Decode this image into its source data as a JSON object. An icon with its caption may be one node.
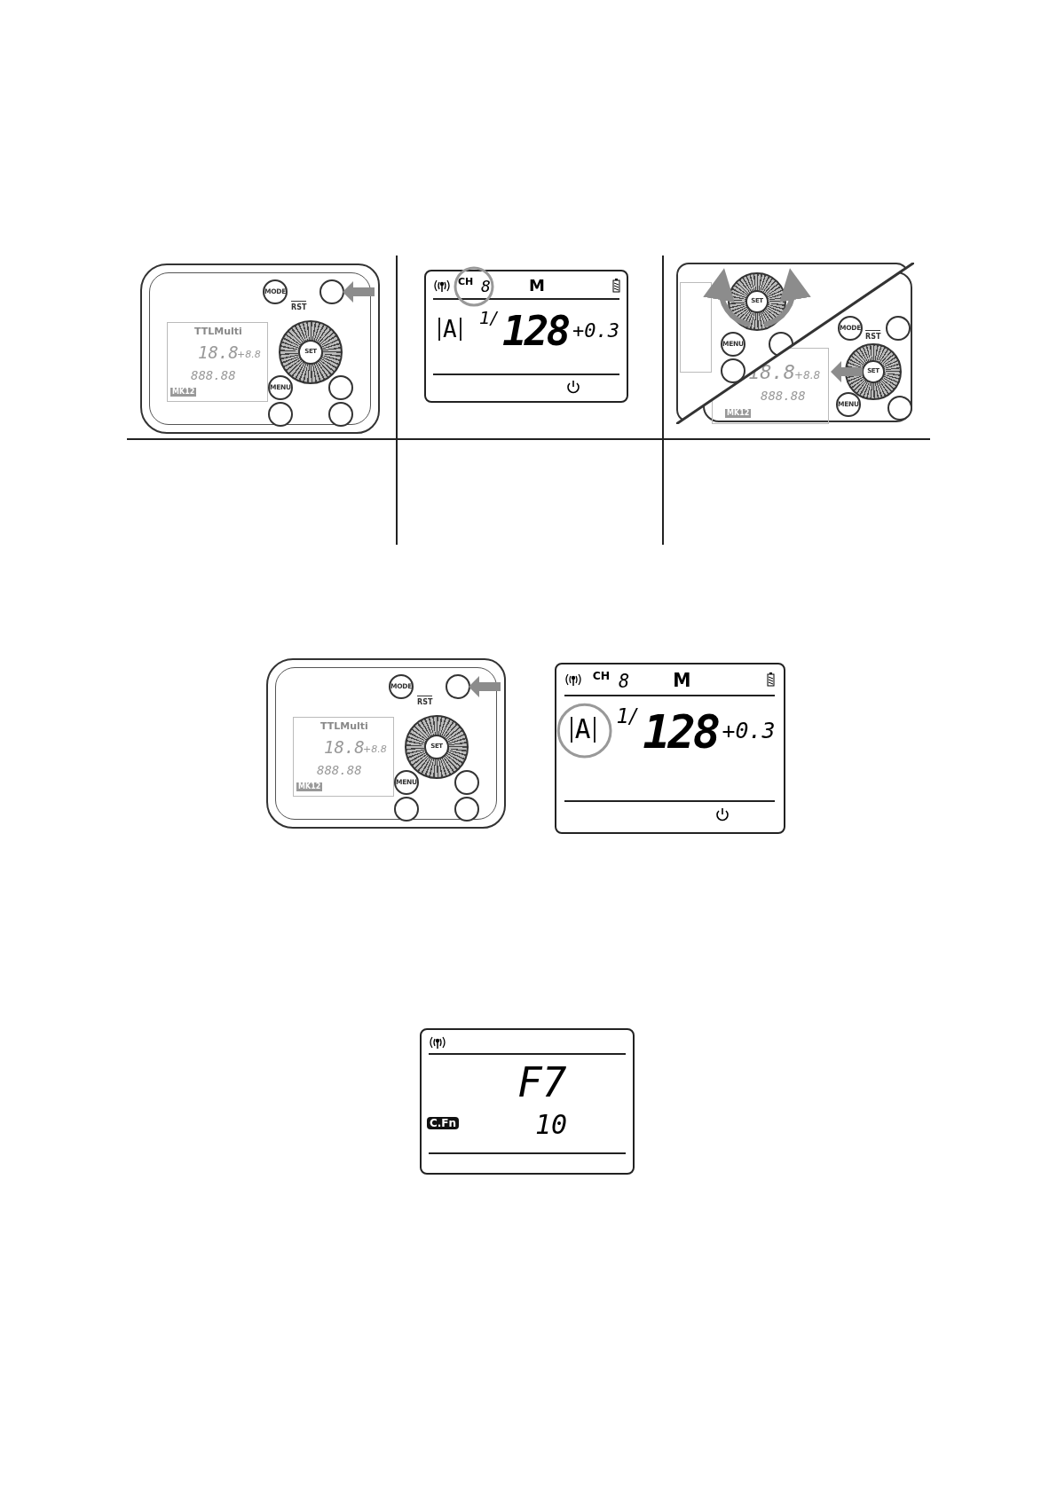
{
  "diagram": {
    "labels": [
      "TTLMulti",
      "18.8",
      "+8.8",
      "888.88",
      "MK12",
      "MODE",
      "RST",
      "SET",
      "MENU",
      "CH",
      "8",
      "M",
      "A",
      "1/",
      "128",
      "+0.3",
      "SET",
      "MENU",
      "MODE",
      "RST",
      "SET",
      "18.8",
      "+8.8",
      "888.88",
      "MK12",
      "MENU",
      "TTLMulti",
      "18.8",
      "+8.8",
      "888.88",
      "MK12",
      "MODE",
      "RST",
      "SET",
      "MENU",
      "CH",
      "8",
      "M",
      "A",
      "1/",
      "128",
      "+0.3",
      "F7",
      "C.Fn",
      "10"
    ]
  }
}
